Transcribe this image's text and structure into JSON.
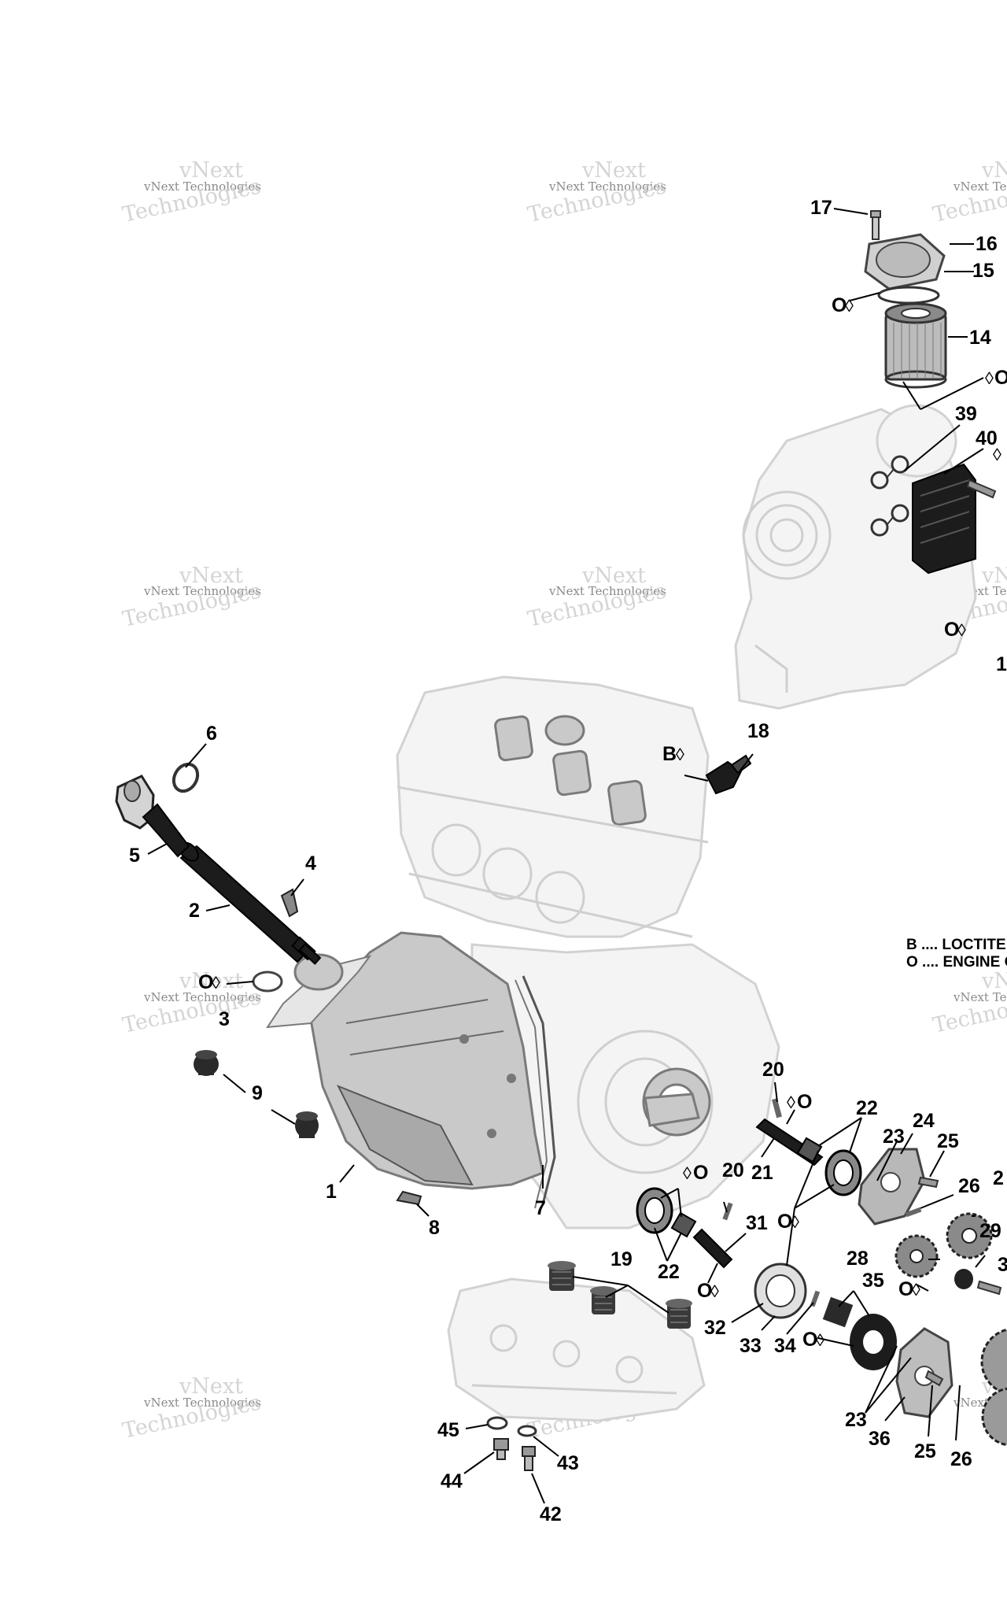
{
  "watermark": {
    "line1": "vNext",
    "line2": "vNext Technologies",
    "line3": "Technologies"
  },
  "legend": {
    "b": "B .... LOCTITE",
    "o": "O .... ENGINE O"
  },
  "symbols": {
    "b_drop": "B",
    "o_drop": "O"
  },
  "callouts": {
    "c1": "1",
    "c2": "2",
    "c3": "3",
    "c4": "4",
    "c5": "5",
    "c6": "6",
    "c7": "7",
    "c8": "8",
    "c9": "9",
    "c14": "14",
    "c15": "15",
    "c16": "16",
    "c17": "17",
    "c18": "18",
    "c19": "19",
    "c20a": "20",
    "c20b": "20",
    "c21": "21",
    "c22a": "22",
    "c22b": "22",
    "c23a": "23",
    "c23b": "23",
    "c24": "24",
    "c25a": "25",
    "c25b": "25",
    "c26a": "26",
    "c26b": "26",
    "c27": "2",
    "c28": "28",
    "c29": "29",
    "c30": "3",
    "c31": "31",
    "c32": "32",
    "c33": "33",
    "c34": "34",
    "c35": "35",
    "c36": "36",
    "c39": "39",
    "c40": "40",
    "c1e": "1",
    "c42": "42",
    "c43": "43",
    "c44": "44",
    "c45": "45"
  },
  "colors": {
    "ink": "#000000",
    "ghost_part": "#d2d2d2",
    "watermark": "#8a8a8a"
  }
}
